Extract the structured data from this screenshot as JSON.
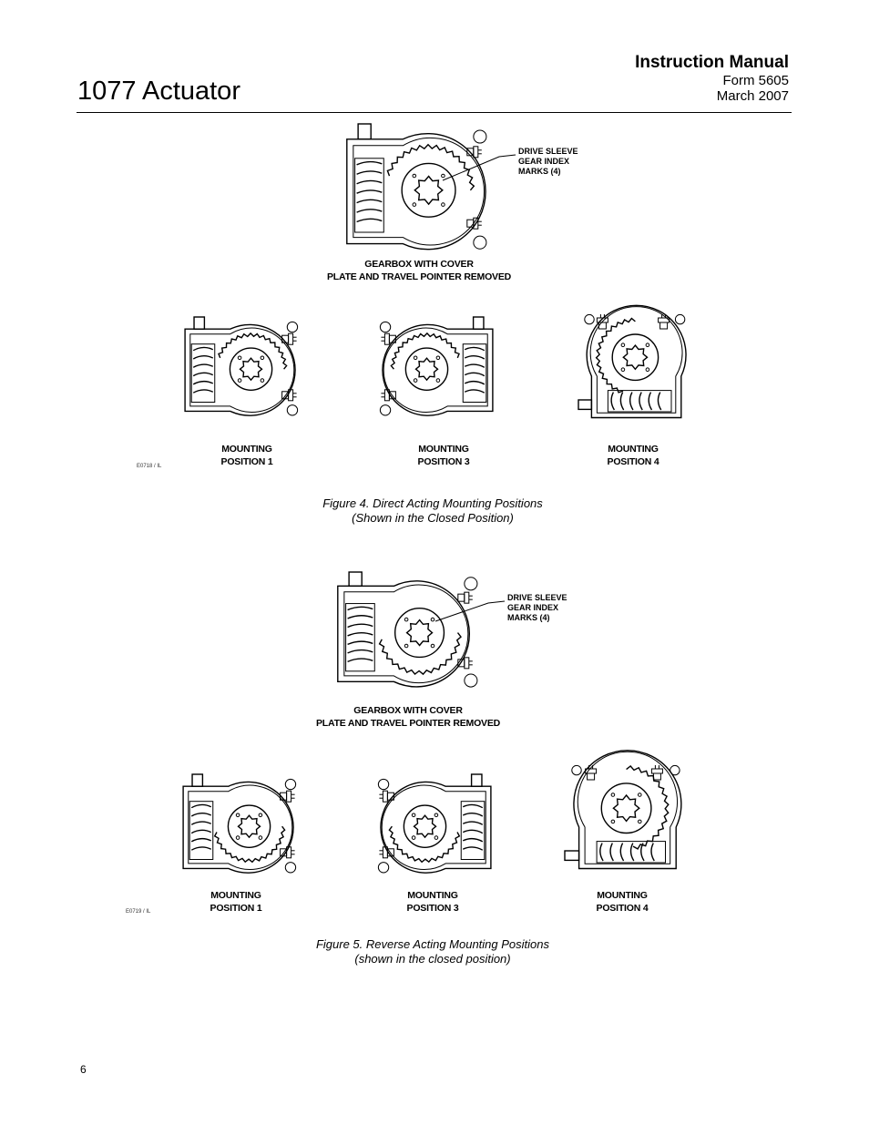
{
  "header": {
    "title": "1077 Actuator",
    "manual": "Instruction Manual",
    "form": "Form 5605",
    "date": "March 2007"
  },
  "figure4": {
    "callout": [
      "DRIVE SLEEVE",
      "GEAR INDEX",
      "MARKS (4)"
    ],
    "main_label": [
      "GEARBOX WITH COVER",
      "PLATE AND TRAVEL POINTER REMOVED"
    ],
    "positions": [
      [
        "MOUNTING",
        "POSITION 1"
      ],
      [
        "MOUNTING",
        "POSITION 3"
      ],
      [
        "MOUNTING",
        "POSITION 4"
      ]
    ],
    "code": "E0718 / IL",
    "caption": [
      "Figure 4. Direct Acting Mounting Positions",
      "(Shown in the Closed Position)"
    ]
  },
  "figure5": {
    "callout": [
      "DRIVE SLEEVE",
      "GEAR INDEX",
      "MARKS (4)"
    ],
    "main_label": [
      "GEARBOX WITH COVER",
      "PLATE AND TRAVEL POINTER REMOVED"
    ],
    "positions": [
      [
        "MOUNTING",
        "POSITION 1"
      ],
      [
        "MOUNTING",
        "POSITION 3"
      ],
      [
        "MOUNTING",
        "POSITION 4"
      ]
    ],
    "code": "E0719 / IL",
    "caption": [
      "Figure 5. Reverse Acting Mounting Positions",
      "(shown in the closed position)"
    ]
  },
  "page_number": "6"
}
